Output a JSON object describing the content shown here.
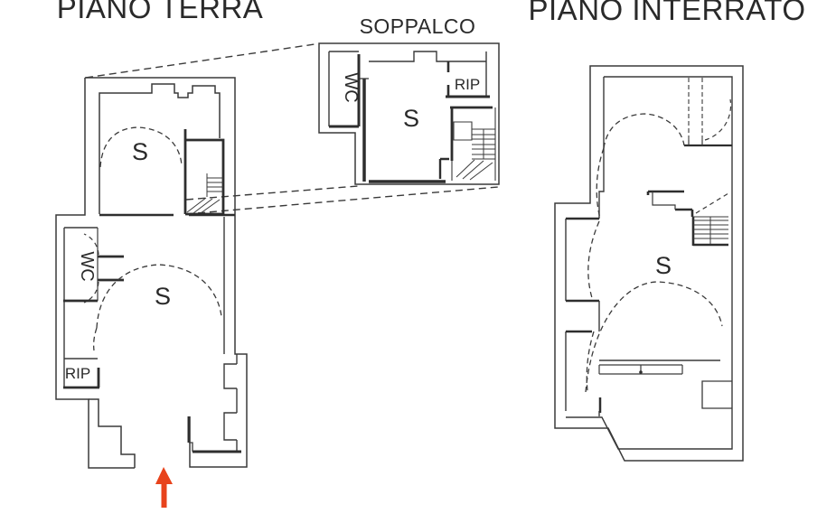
{
  "colors": {
    "line": "#3a3a3a",
    "wall": "#2e2e2e",
    "arrow": "#e8431c",
    "background": "#ffffff"
  },
  "plans": {
    "piano_terra": {
      "title": "PIANO TERRA",
      "room_s_upper": "S",
      "room_s_lower": "S",
      "room_wc": "WC",
      "room_rip": "RIP"
    },
    "soppalco": {
      "title": "SOPPALCO",
      "room_s": "S",
      "room_wc": "WC",
      "room_rip": "RIP"
    },
    "piano_interrato": {
      "title": "PIANO INTERRATO",
      "room_s": "S"
    }
  }
}
